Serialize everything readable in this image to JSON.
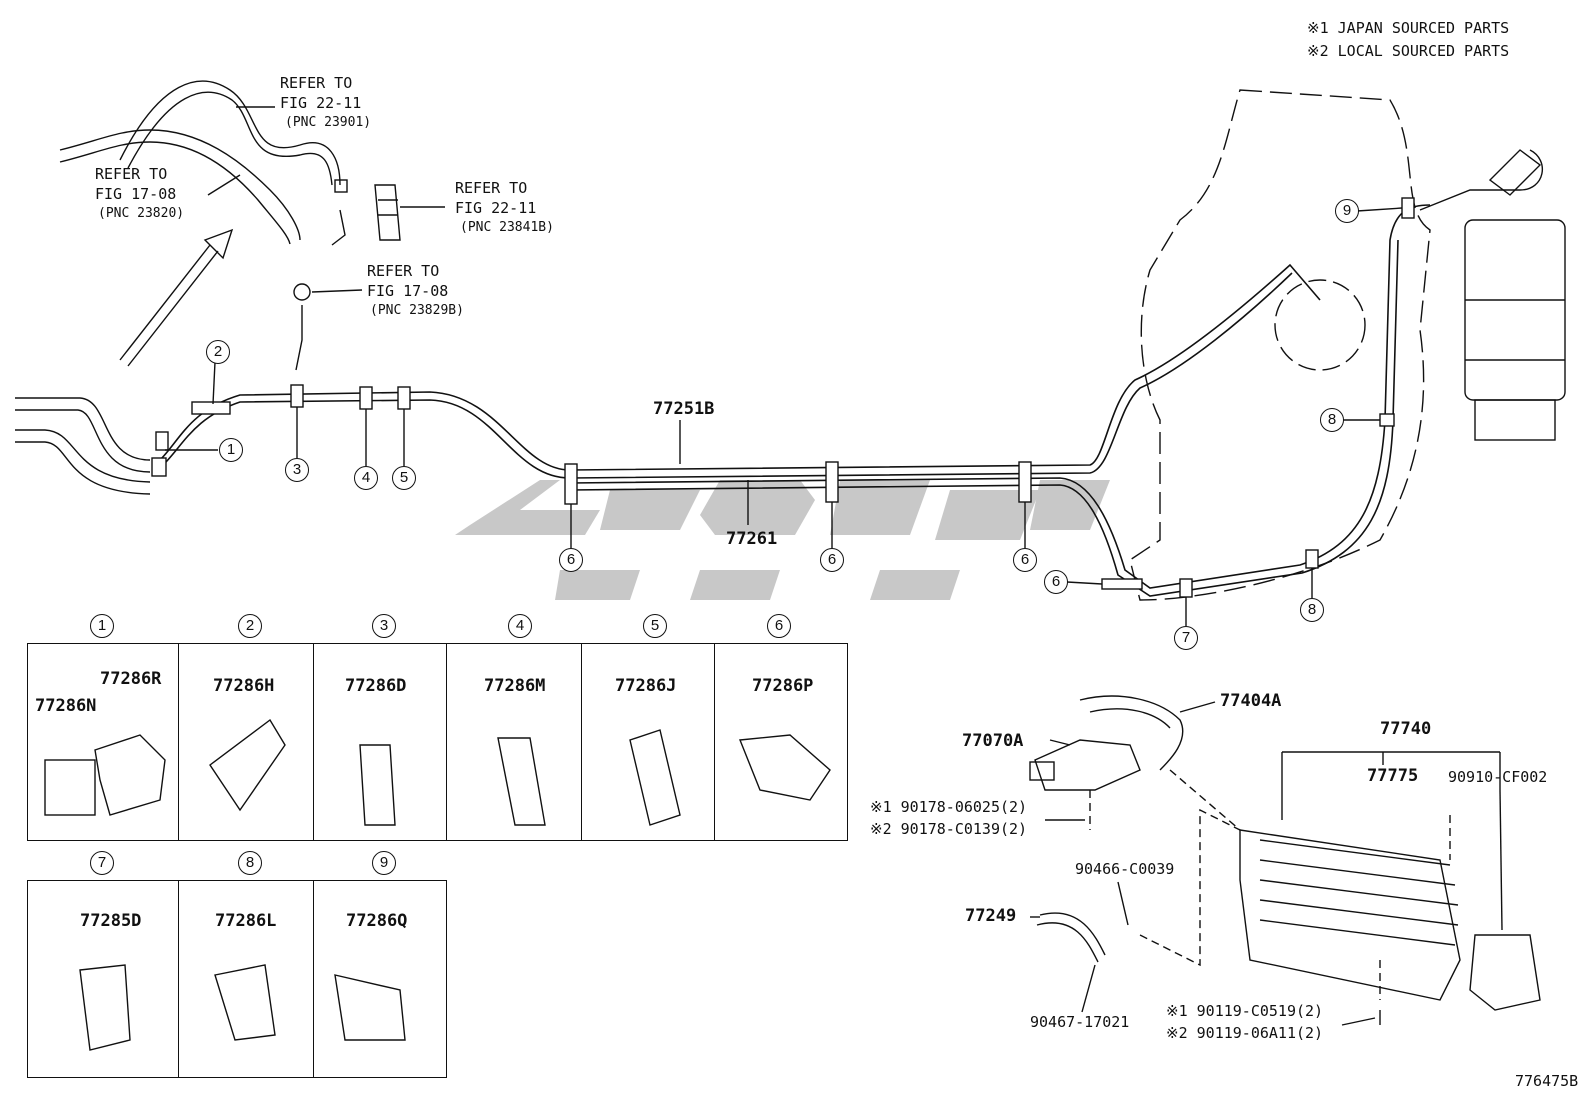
{
  "notes": {
    "note1": "※1 JAPAN SOURCED PARTS",
    "note2": "※2 LOCAL SOURCED PARTS"
  },
  "references": [
    {
      "title": "REFER TO",
      "fig": "FIG 22-11",
      "pnc": "(PNC 23901)"
    },
    {
      "title": "REFER TO",
      "fig": "FIG 17-08",
      "pnc": "(PNC 23820)"
    },
    {
      "title": "REFER TO",
      "fig": "FIG 22-11",
      "pnc": "(PNC 23841B)"
    },
    {
      "title": "REFER TO",
      "fig": "FIG 17-08",
      "pnc": "(PNC 23829B)"
    }
  ],
  "main_labels": {
    "tube_upper": "77251B",
    "tube_lower": "77261"
  },
  "callouts": [
    "1",
    "2",
    "3",
    "4",
    "5",
    "6",
    "7",
    "8",
    "9"
  ],
  "clamp_table": {
    "row1": [
      {
        "num": "1",
        "parts": [
          "77286R",
          "77286N"
        ]
      },
      {
        "num": "2",
        "parts": [
          "77286H"
        ]
      },
      {
        "num": "3",
        "parts": [
          "77286D"
        ]
      },
      {
        "num": "4",
        "parts": [
          "77286M"
        ]
      },
      {
        "num": "5",
        "parts": [
          "77286J"
        ]
      },
      {
        "num": "6",
        "parts": [
          "77286P"
        ]
      }
    ],
    "row2": [
      {
        "num": "7",
        "parts": [
          "77285D"
        ]
      },
      {
        "num": "8",
        "parts": [
          "77286L"
        ]
      },
      {
        "num": "9",
        "parts": [
          "77286Q"
        ]
      }
    ]
  },
  "canister_parts": {
    "hose": "77404A",
    "valve": "77070A",
    "canister": "77740",
    "filter": "77775",
    "vent": "90910-CF002",
    "bolt_a1": "※1 90178-06025(2)",
    "bolt_a2": "※2 90178-C0139(2)",
    "clip": "90466-C0039",
    "hose2": "77249",
    "clamp2": "90467-17021",
    "bolt_b1": "※1 90119-C0519(2)",
    "bolt_b2": "※2 90119-06A11(2)"
  },
  "figure_id": "776475B",
  "watermark_color": "#c8c8c8"
}
